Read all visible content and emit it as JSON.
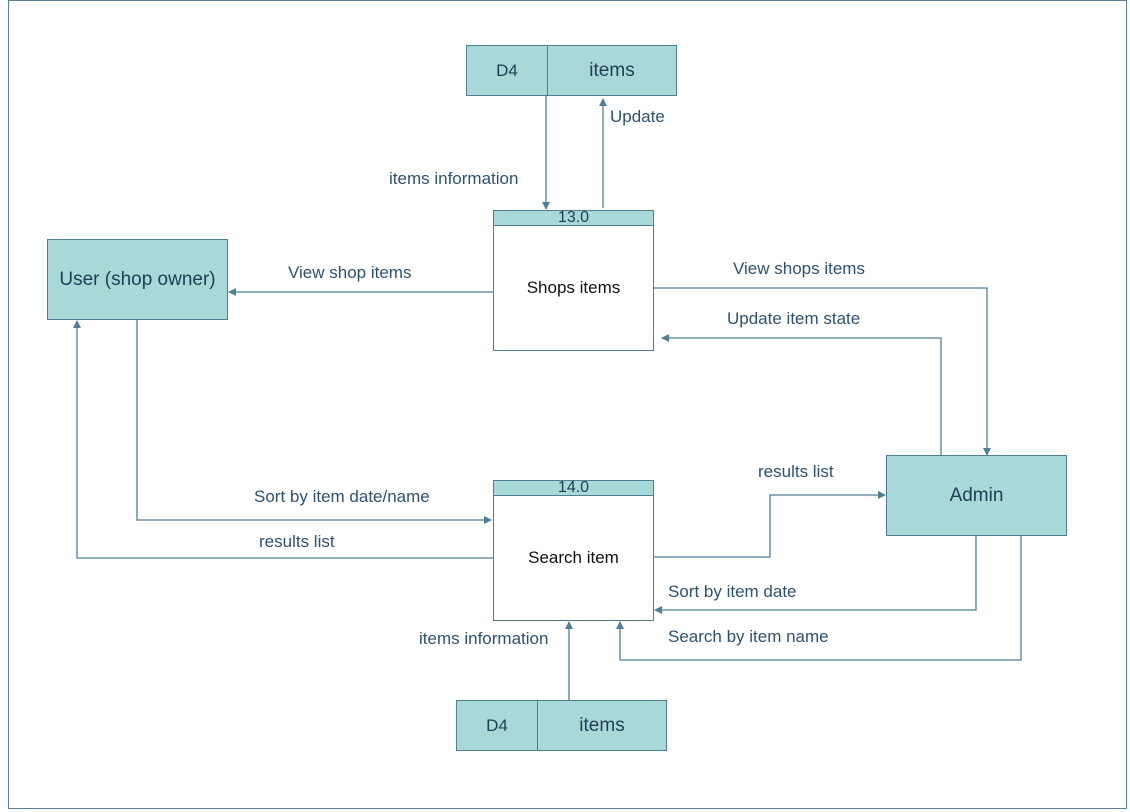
{
  "diagram": {
    "entities": {
      "user": "User (shop owner)",
      "admin": "Admin"
    },
    "processes": {
      "shops_items": {
        "id": "13.0",
        "name": "Shops items"
      },
      "search_item": {
        "id": "14.0",
        "name": "Search item"
      }
    },
    "stores": {
      "top": {
        "id": "D4",
        "name": "items"
      },
      "bottom": {
        "id": "D4",
        "name": "items"
      }
    },
    "flows": {
      "items_information_top": "items information",
      "update": "Update",
      "view_shop_items": "View shop items",
      "view_shops_items": "View shops items",
      "update_item_state": "Update item state",
      "sort_by_item_date_name": "Sort by item date/name",
      "results_list_user": "results list",
      "results_list_admin": "results list",
      "sort_by_item_date": "Sort by item date",
      "search_by_item_name": "Search by item name",
      "items_information_bottom": "items information"
    },
    "colors": {
      "fill": "#a8d8d8",
      "stroke": "#4f7f95",
      "text": "#2d5270"
    }
  }
}
